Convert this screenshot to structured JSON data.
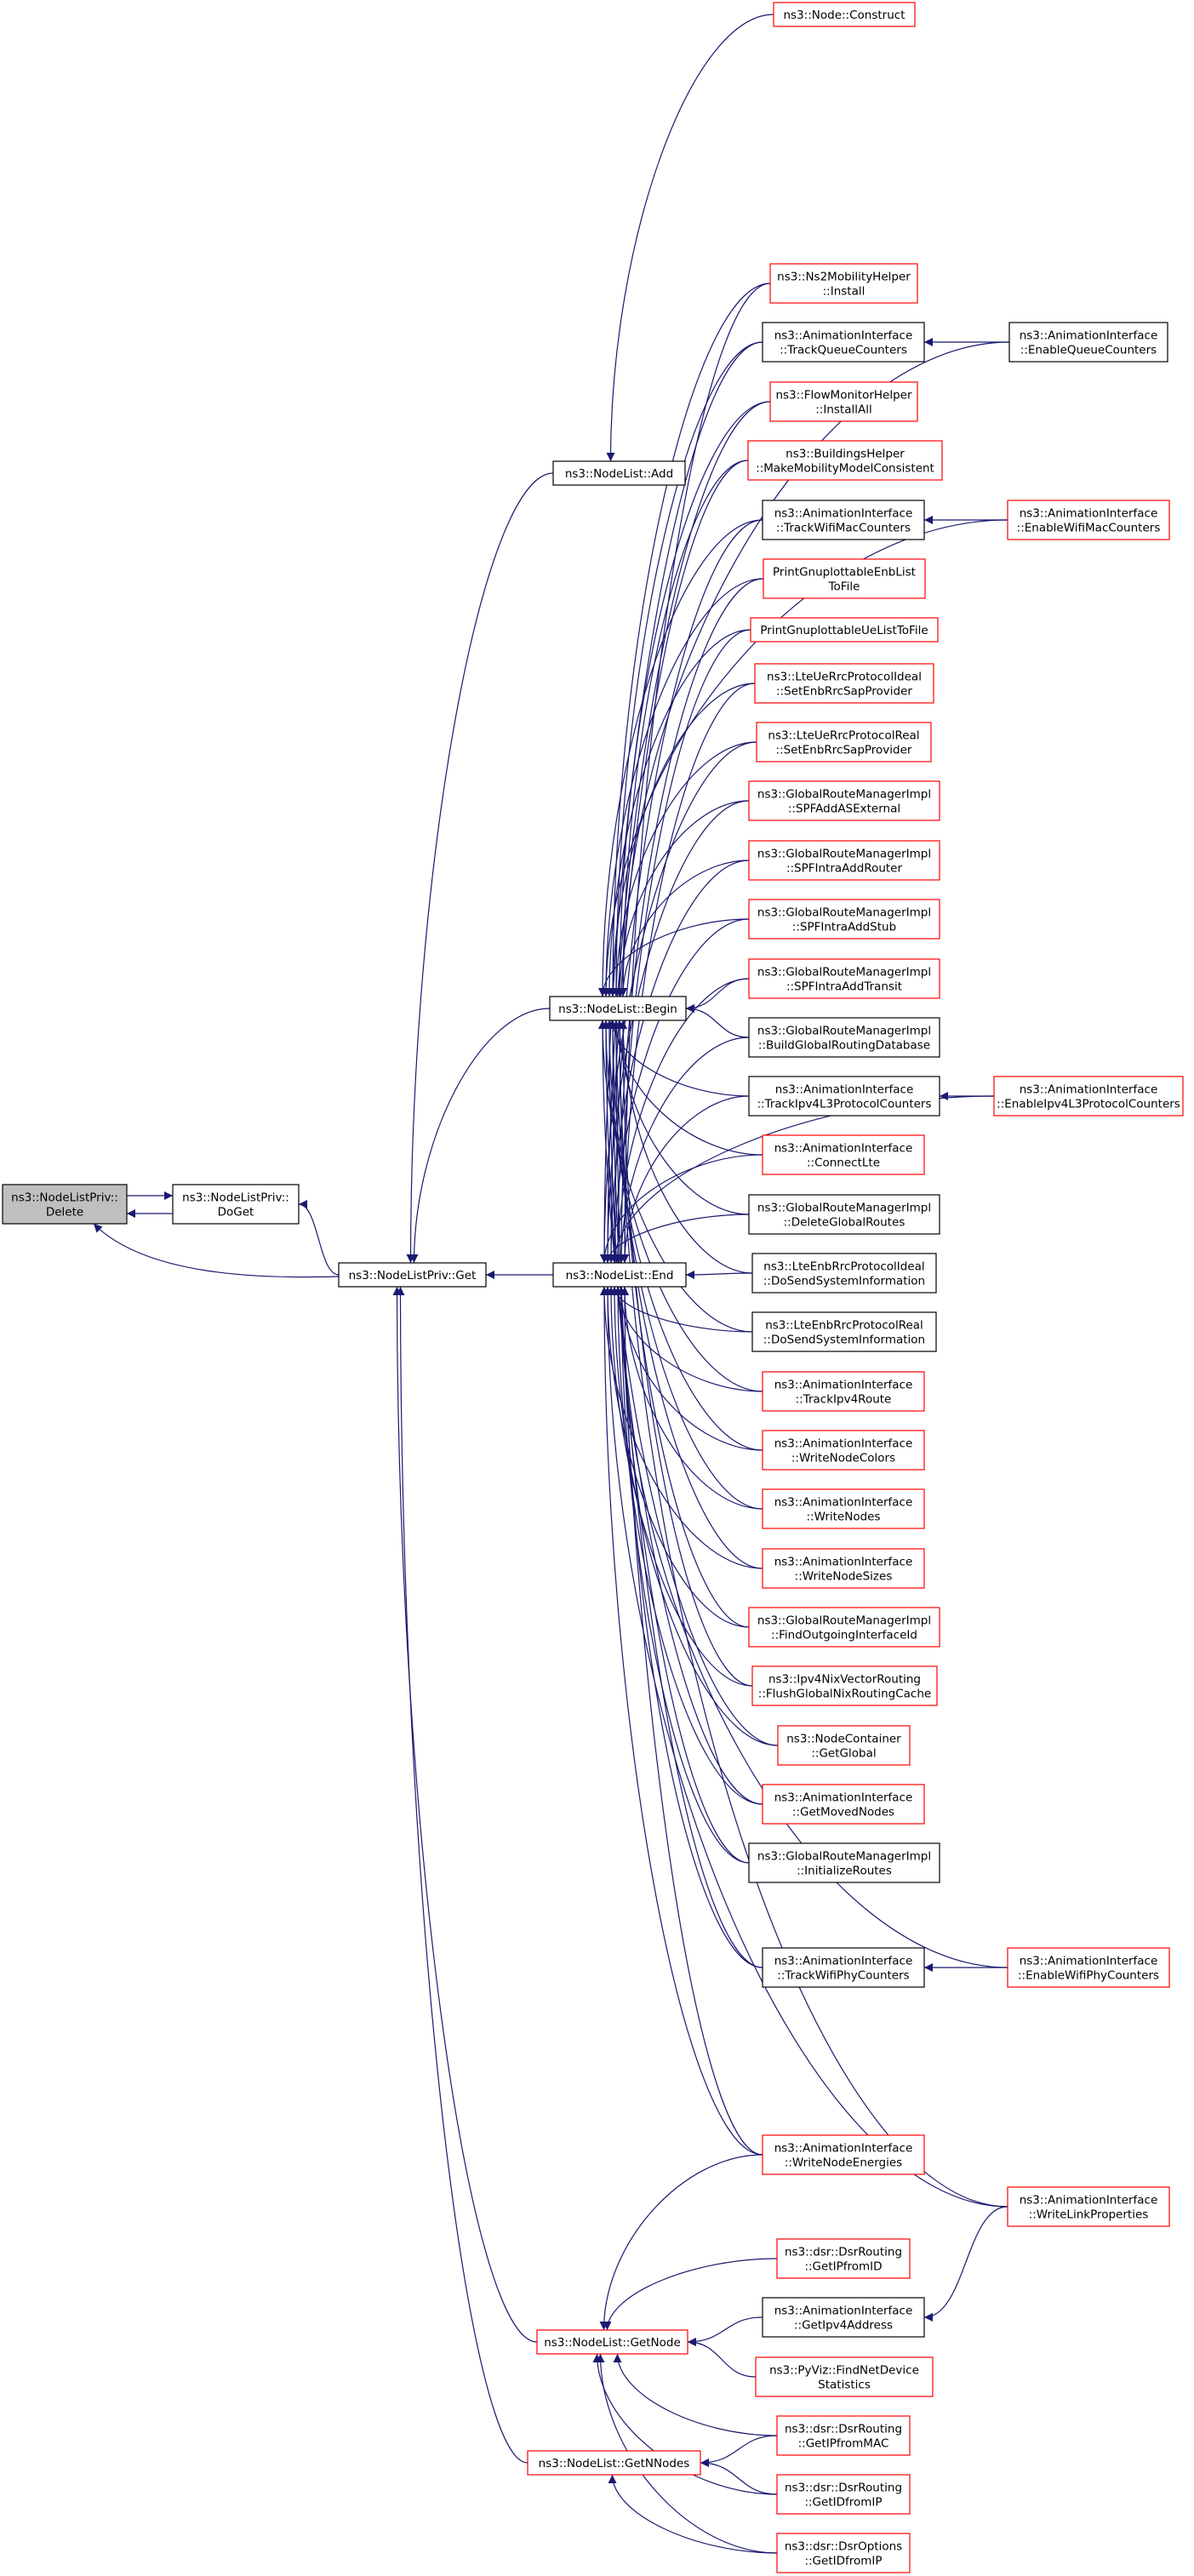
{
  "graph": {
    "nodes": [
      {
        "id": "delete",
        "lines": [
          "ns3::NodeListPriv::",
          "Delete"
        ],
        "style": "current"
      },
      {
        "id": "doget",
        "lines": [
          "ns3::NodeListPriv::",
          "DoGet"
        ],
        "style": "black"
      },
      {
        "id": "get",
        "lines": [
          "ns3::NodeListPriv::Get"
        ],
        "style": "black"
      },
      {
        "id": "add",
        "lines": [
          "ns3::NodeList::Add"
        ],
        "style": "black"
      },
      {
        "id": "begin",
        "lines": [
          "ns3::NodeList::Begin"
        ],
        "style": "black"
      },
      {
        "id": "end",
        "lines": [
          "ns3::NodeList::End"
        ],
        "style": "black"
      },
      {
        "id": "getnode",
        "lines": [
          "ns3::NodeList::GetNode"
        ],
        "style": "red"
      },
      {
        "id": "getnnodes",
        "lines": [
          "ns3::NodeList::GetNNodes"
        ],
        "style": "red"
      },
      {
        "id": "construct",
        "lines": [
          "ns3::Node::Construct"
        ],
        "style": "red"
      },
      {
        "id": "ns2install",
        "lines": [
          "ns3::Ns2MobilityHelper",
          "::Install"
        ],
        "style": "red"
      },
      {
        "id": "trackqueue",
        "lines": [
          "ns3::AnimationInterface",
          "::TrackQueueCounters"
        ],
        "style": "black"
      },
      {
        "id": "flowinstall",
        "lines": [
          "ns3::FlowMonitorHelper",
          "::InstallAll"
        ],
        "style": "red"
      },
      {
        "id": "buildingsmm",
        "lines": [
          "ns3::BuildingsHelper",
          "::MakeMobilityModelConsistent"
        ],
        "style": "red"
      },
      {
        "id": "trackwifimac",
        "lines": [
          "ns3::AnimationInterface",
          "::TrackWifiMacCounters"
        ],
        "style": "black"
      },
      {
        "id": "printenb",
        "lines": [
          "PrintGnuplottableEnbList",
          "ToFile"
        ],
        "style": "red"
      },
      {
        "id": "printue",
        "lines": [
          "PrintGnuplottableUeListToFile"
        ],
        "style": "red"
      },
      {
        "id": "lteideal",
        "lines": [
          "ns3::LteUeRrcProtocolIdeal",
          "::SetEnbRrcSapProvider"
        ],
        "style": "red"
      },
      {
        "id": "ltereal",
        "lines": [
          "ns3::LteUeRrcProtocolReal",
          "::SetEnbRrcSapProvider"
        ],
        "style": "red"
      },
      {
        "id": "spfase",
        "lines": [
          "ns3::GlobalRouteManagerImpl",
          "::SPFAddASExternal"
        ],
        "style": "red"
      },
      {
        "id": "spfrouter",
        "lines": [
          "ns3::GlobalRouteManagerImpl",
          "::SPFIntraAddRouter"
        ],
        "style": "red"
      },
      {
        "id": "spfstub",
        "lines": [
          "ns3::GlobalRouteManagerImpl",
          "::SPFIntraAddStub"
        ],
        "style": "red"
      },
      {
        "id": "spftransit",
        "lines": [
          "ns3::GlobalRouteManagerImpl",
          "::SPFIntraAddTransit"
        ],
        "style": "red"
      },
      {
        "id": "buildglobal",
        "lines": [
          "ns3::GlobalRouteManagerImpl",
          "::BuildGlobalRoutingDatabase"
        ],
        "style": "black"
      },
      {
        "id": "trackipv4l3",
        "lines": [
          "ns3::AnimationInterface",
          "::TrackIpv4L3ProtocolCounters"
        ],
        "style": "black"
      },
      {
        "id": "connectlte",
        "lines": [
          "ns3::AnimationInterface",
          "::ConnectLte"
        ],
        "style": "red"
      },
      {
        "id": "deleteglobal",
        "lines": [
          "ns3::GlobalRouteManagerImpl",
          "::DeleteGlobalRoutes"
        ],
        "style": "black"
      },
      {
        "id": "enbideal",
        "lines": [
          "ns3::LteEnbRrcProtocolIdeal",
          "::DoSendSystemInformation"
        ],
        "style": "black"
      },
      {
        "id": "enbreal",
        "lines": [
          "ns3::LteEnbRrcProtocolReal",
          "::DoSendSystemInformation"
        ],
        "style": "black"
      },
      {
        "id": "trackipv4route",
        "lines": [
          "ns3::AnimationInterface",
          "::TrackIpv4Route"
        ],
        "style": "red"
      },
      {
        "id": "writecolors",
        "lines": [
          "ns3::AnimationInterface",
          "::WriteNodeColors"
        ],
        "style": "red"
      },
      {
        "id": "writenodes",
        "lines": [
          "ns3::AnimationInterface",
          "::WriteNodes"
        ],
        "style": "red"
      },
      {
        "id": "writesizes",
        "lines": [
          "ns3::AnimationInterface",
          "::WriteNodeSizes"
        ],
        "style": "red"
      },
      {
        "id": "findoutgoing",
        "lines": [
          "ns3::GlobalRouteManagerImpl",
          "::FindOutgoingInterfaceId"
        ],
        "style": "red"
      },
      {
        "id": "flushnix",
        "lines": [
          "ns3::Ipv4NixVectorRouting",
          "::FlushGlobalNixRoutingCache"
        ],
        "style": "red"
      },
      {
        "id": "getglobal",
        "lines": [
          "ns3::NodeContainer",
          "::GetGlobal"
        ],
        "style": "red"
      },
      {
        "id": "getmoved",
        "lines": [
          "ns3::AnimationInterface",
          "::GetMovedNodes"
        ],
        "style": "red"
      },
      {
        "id": "initroutes",
        "lines": [
          "ns3::GlobalRouteManagerImpl",
          "::InitializeRoutes"
        ],
        "style": "black"
      },
      {
        "id": "trackwifiphy",
        "lines": [
          "ns3::AnimationInterface",
          "::TrackWifiPhyCounters"
        ],
        "style": "black"
      },
      {
        "id": "writeenergies",
        "lines": [
          "ns3::AnimationInterface",
          "::WriteNodeEnergies"
        ],
        "style": "red"
      },
      {
        "id": "dsrgetip",
        "lines": [
          "ns3::dsr::DsrRouting",
          "::GetIPfromID"
        ],
        "style": "red"
      },
      {
        "id": "getipv4addr",
        "lines": [
          "ns3::AnimationInterface",
          "::GetIpv4Address"
        ],
        "style": "black"
      },
      {
        "id": "pyviz",
        "lines": [
          "ns3::PyViz::FindNetDevice",
          "Statistics"
        ],
        "style": "red"
      },
      {
        "id": "dsrgetipmac",
        "lines": [
          "ns3::dsr::DsrRouting",
          "::GetIPfromMAC"
        ],
        "style": "red"
      },
      {
        "id": "dsrgetidip",
        "lines": [
          "ns3::dsr::DsrRouting",
          "::GetIDfromIP"
        ],
        "style": "red"
      },
      {
        "id": "dsroptions",
        "lines": [
          "ns3::dsr::DsrOptions",
          "::GetIDfromIP"
        ],
        "style": "red"
      },
      {
        "id": "enablequeue",
        "lines": [
          "ns3::AnimationInterface",
          "::EnableQueueCounters"
        ],
        "style": "black"
      },
      {
        "id": "enablewifimac",
        "lines": [
          "ns3::AnimationInterface",
          "::EnableWifiMacCounters"
        ],
        "style": "red"
      },
      {
        "id": "enableipv4l3",
        "lines": [
          "ns3::AnimationInterface",
          "::EnableIpv4L3ProtocolCounters"
        ],
        "style": "red"
      },
      {
        "id": "enablewifiphy",
        "lines": [
          "ns3::AnimationInterface",
          "::EnableWifiPhyCounters"
        ],
        "style": "red"
      },
      {
        "id": "writelink",
        "lines": [
          "ns3::AnimationInterface",
          "::WriteLinkProperties"
        ],
        "style": "red"
      }
    ],
    "edges": [
      {
        "from": "doget",
        "to": "delete"
      },
      {
        "from": "get",
        "to": "delete"
      },
      {
        "from": "delete",
        "to": "doget"
      },
      {
        "from": "get",
        "to": "doget"
      },
      {
        "from": "add",
        "to": "get"
      },
      {
        "from": "begin",
        "to": "get"
      },
      {
        "from": "end",
        "to": "get"
      },
      {
        "from": "getnode",
        "to": "get"
      },
      {
        "from": "getnnodes",
        "to": "get"
      },
      {
        "from": "construct",
        "to": "add"
      },
      {
        "from": "ns2install",
        "to": "begin"
      },
      {
        "from": "trackqueue",
        "to": "begin"
      },
      {
        "from": "flowinstall",
        "to": "begin"
      },
      {
        "from": "buildingsmm",
        "to": "begin"
      },
      {
        "from": "trackwifimac",
        "to": "begin"
      },
      {
        "from": "printenb",
        "to": "begin"
      },
      {
        "from": "printue",
        "to": "begin"
      },
      {
        "from": "lteideal",
        "to": "begin"
      },
      {
        "from": "ltereal",
        "to": "begin"
      },
      {
        "from": "spfase",
        "to": "begin"
      },
      {
        "from": "spfrouter",
        "to": "begin"
      },
      {
        "from": "spfstub",
        "to": "begin"
      },
      {
        "from": "spftransit",
        "to": "begin"
      },
      {
        "from": "buildglobal",
        "to": "begin"
      },
      {
        "from": "trackipv4l3",
        "to": "begin"
      },
      {
        "from": "connectlte",
        "to": "begin"
      },
      {
        "from": "deleteglobal",
        "to": "begin"
      },
      {
        "from": "enbideal",
        "to": "begin"
      },
      {
        "from": "enbreal",
        "to": "begin"
      },
      {
        "from": "trackipv4route",
        "to": "begin"
      },
      {
        "from": "writecolors",
        "to": "begin"
      },
      {
        "from": "writenodes",
        "to": "begin"
      },
      {
        "from": "writesizes",
        "to": "begin"
      },
      {
        "from": "findoutgoing",
        "to": "begin"
      },
      {
        "from": "flushnix",
        "to": "begin"
      },
      {
        "from": "getglobal",
        "to": "begin"
      },
      {
        "from": "getmoved",
        "to": "begin"
      },
      {
        "from": "initroutes",
        "to": "begin"
      },
      {
        "from": "trackwifiphy",
        "to": "begin"
      },
      {
        "from": "writeenergies",
        "to": "begin"
      },
      {
        "from": "writelink",
        "to": "begin"
      },
      {
        "from": "ns2install",
        "to": "end"
      },
      {
        "from": "trackqueue",
        "to": "end"
      },
      {
        "from": "flowinstall",
        "to": "end"
      },
      {
        "from": "buildingsmm",
        "to": "end"
      },
      {
        "from": "trackwifimac",
        "to": "end"
      },
      {
        "from": "printenb",
        "to": "end"
      },
      {
        "from": "printue",
        "to": "end"
      },
      {
        "from": "lteideal",
        "to": "end"
      },
      {
        "from": "ltereal",
        "to": "end"
      },
      {
        "from": "spfase",
        "to": "end"
      },
      {
        "from": "spfrouter",
        "to": "end"
      },
      {
        "from": "spfstub",
        "to": "end"
      },
      {
        "from": "spftransit",
        "to": "end"
      },
      {
        "from": "buildglobal",
        "to": "end"
      },
      {
        "from": "trackipv4l3",
        "to": "end"
      },
      {
        "from": "connectlte",
        "to": "end"
      },
      {
        "from": "deleteglobal",
        "to": "end"
      },
      {
        "from": "enbideal",
        "to": "end"
      },
      {
        "from": "enbreal",
        "to": "end"
      },
      {
        "from": "trackipv4route",
        "to": "end"
      },
      {
        "from": "writecolors",
        "to": "end"
      },
      {
        "from": "writenodes",
        "to": "end"
      },
      {
        "from": "writesizes",
        "to": "end"
      },
      {
        "from": "findoutgoing",
        "to": "end"
      },
      {
        "from": "flushnix",
        "to": "end"
      },
      {
        "from": "getglobal",
        "to": "end"
      },
      {
        "from": "getmoved",
        "to": "end"
      },
      {
        "from": "initroutes",
        "to": "end"
      },
      {
        "from": "trackwifiphy",
        "to": "end"
      },
      {
        "from": "writeenergies",
        "to": "end"
      },
      {
        "from": "writelink",
        "to": "end"
      },
      {
        "from": "writeenergies",
        "to": "getnode"
      },
      {
        "from": "dsrgetip",
        "to": "getnode"
      },
      {
        "from": "getipv4addr",
        "to": "getnode"
      },
      {
        "from": "pyviz",
        "to": "getnode"
      },
      {
        "from": "dsrgetipmac",
        "to": "getnode"
      },
      {
        "from": "dsrgetidip",
        "to": "getnode"
      },
      {
        "from": "dsroptions",
        "to": "getnode"
      },
      {
        "from": "dsrgetipmac",
        "to": "getnnodes"
      },
      {
        "from": "dsrgetidip",
        "to": "getnnodes"
      },
      {
        "from": "dsroptions",
        "to": "getnnodes"
      },
      {
        "from": "enablequeue",
        "to": "trackqueue"
      },
      {
        "from": "enablequeue",
        "to": "begin"
      },
      {
        "from": "enablewifimac",
        "to": "trackwifimac"
      },
      {
        "from": "enablewifimac",
        "to": "begin"
      },
      {
        "from": "enableipv4l3",
        "to": "trackipv4l3"
      },
      {
        "from": "enableipv4l3",
        "to": "end"
      },
      {
        "from": "enablewifiphy",
        "to": "trackwifiphy"
      },
      {
        "from": "enablewifiphy",
        "to": "end"
      },
      {
        "from": "writelink",
        "to": "getipv4addr"
      }
    ]
  }
}
